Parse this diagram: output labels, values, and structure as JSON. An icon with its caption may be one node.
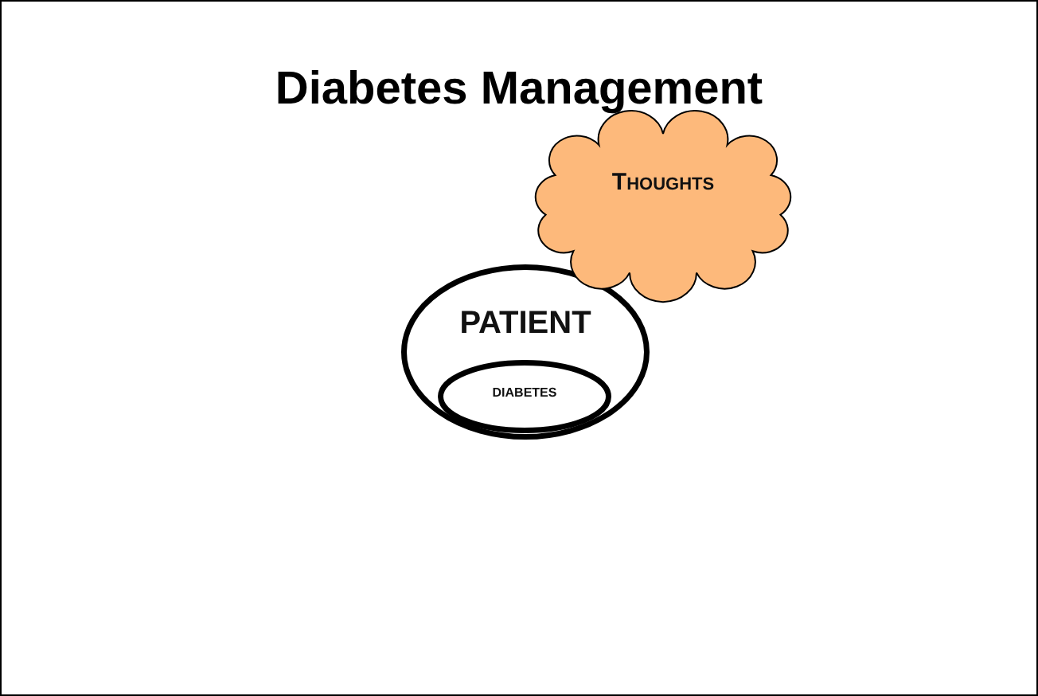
{
  "diagram": {
    "title": "Diabetes Management",
    "nodes": [
      {
        "text": [
          "PATIENT"
        ]
      },
      {
        "text": [
          "diabetes"
        ],
        "in": 0
      },
      {
        "text": [
          "Thoughts"
        ]
      }
    ]
  }
}
